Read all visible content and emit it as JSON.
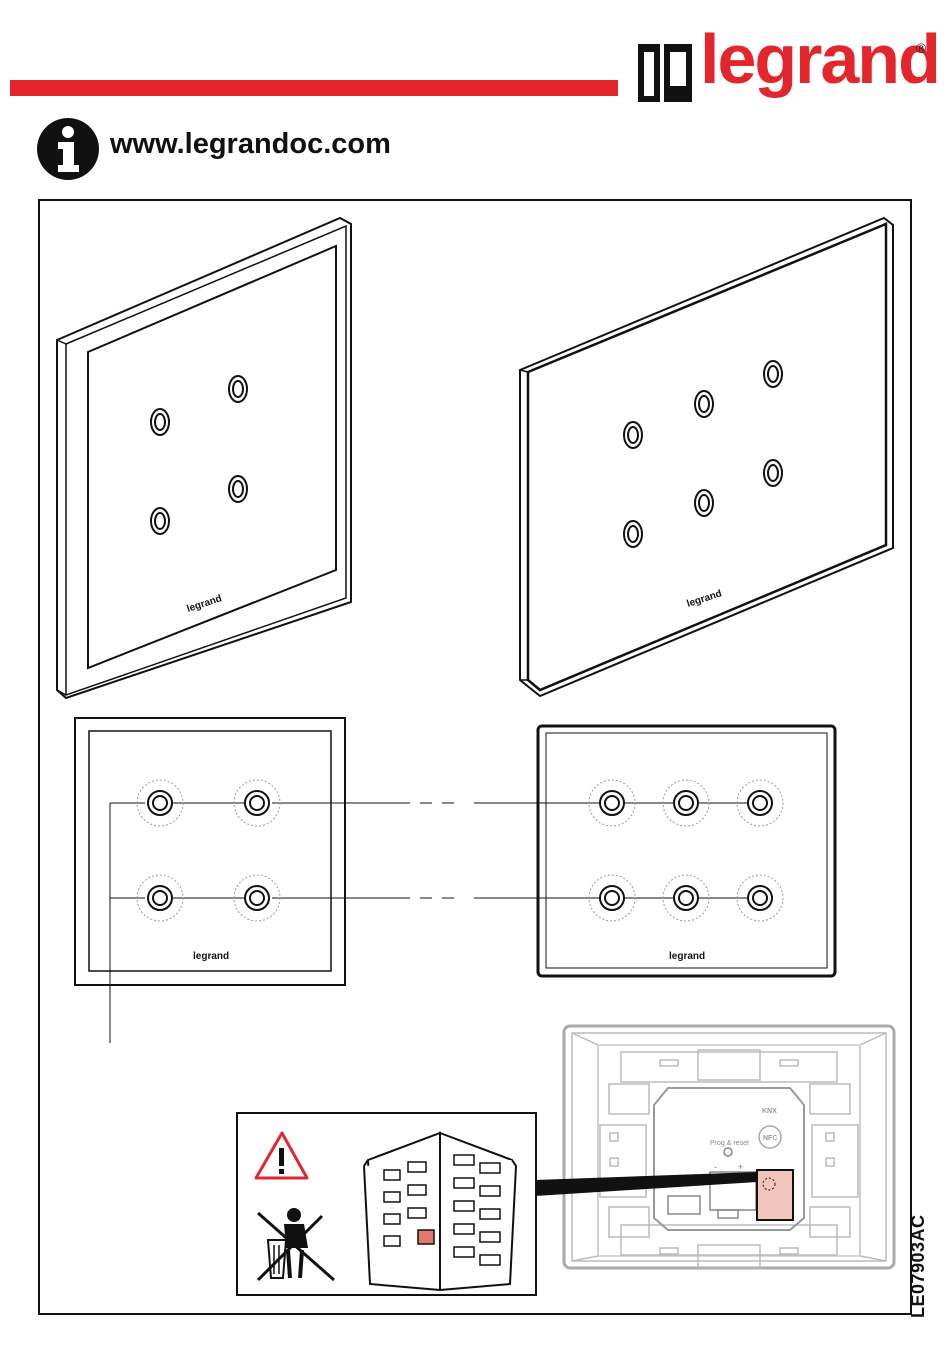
{
  "header": {
    "brand_name": "legrand",
    "registered_mark": "®",
    "accent_color": "#e2262b"
  },
  "info": {
    "icon": "info-icon",
    "website": "www.legrandoc.com"
  },
  "devices": {
    "square_panel_brand": "legrand",
    "wide_panel_brand": "legrand",
    "square_front_brand": "legrand",
    "wide_front_brand": "legrand"
  },
  "back_view": {
    "prog_reset_label": "Prog & reset",
    "knx_label": "KNX",
    "nfc_label": "NFC",
    "minus_label": "-",
    "plus_label": "+"
  },
  "warning": {
    "icons": [
      "warning-triangle-icon",
      "no-trash-disposal-icon",
      "manual-book-icon"
    ]
  },
  "document_ref": "LE07903AC"
}
